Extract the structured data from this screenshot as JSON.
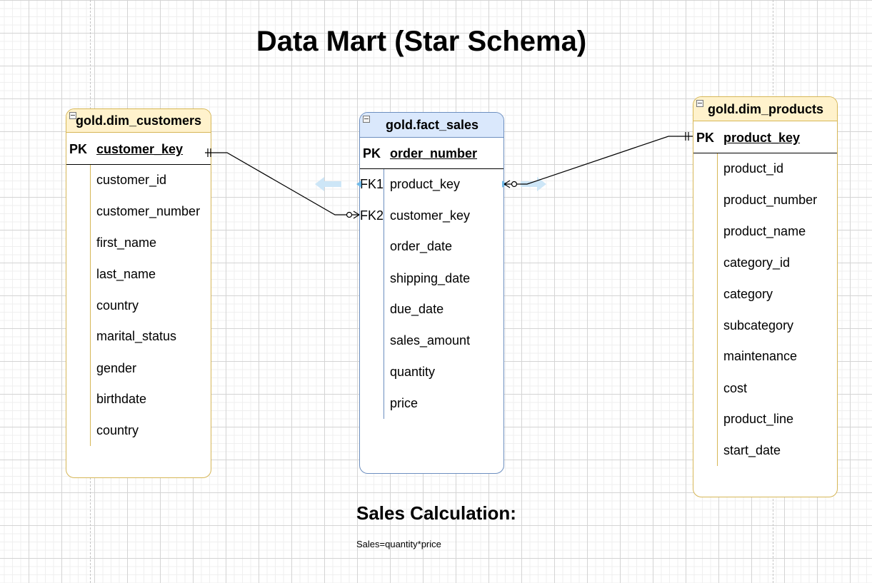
{
  "title": "Data Mart (Star Schema)",
  "tables": {
    "dim_customers": {
      "name": "gold.dim_customers",
      "pk_label": "PK",
      "pk_field": "customer_key",
      "fields": [
        "customer_id",
        "customer_number",
        "first_name",
        "last_name",
        "country",
        "marital_status",
        "gender",
        "birthdate",
        "country"
      ]
    },
    "fact_sales": {
      "name": "gold.fact_sales",
      "pk_label": "PK",
      "pk_field": "order_number",
      "fk_labels": [
        "FK1",
        "FK2"
      ],
      "fields": [
        "product_key",
        "customer_key",
        "order_date",
        "shipping_date",
        "due_date",
        "sales_amount",
        "quantity",
        "price"
      ]
    },
    "dim_products": {
      "name": "gold.dim_products",
      "pk_label": "PK",
      "pk_field": "product_key",
      "fields": [
        "product_id",
        "product_number",
        "product_name",
        "category_id",
        "category",
        "subcategory",
        "maintenance",
        "cost",
        "product_line",
        "start_date"
      ]
    }
  },
  "relationships": [
    {
      "from": "gold.dim_customers.customer_key",
      "to": "gold.fact_sales.customer_key",
      "cardinality": "one-to-zero-or-many"
    },
    {
      "from": "gold.dim_products.product_key",
      "to": "gold.fact_sales.product_key",
      "cardinality": "one-to-zero-or-many"
    }
  ],
  "sales_calculation": {
    "title": "Sales Calculation:",
    "formula": "Sales=quantity*price"
  },
  "colors": {
    "dimension_fill": "#fff2cc",
    "dimension_border": "#d6b656",
    "fact_fill": "#dae8fc",
    "fact_border": "#6c8ebf",
    "hint_arrow": "#cde6f7"
  }
}
